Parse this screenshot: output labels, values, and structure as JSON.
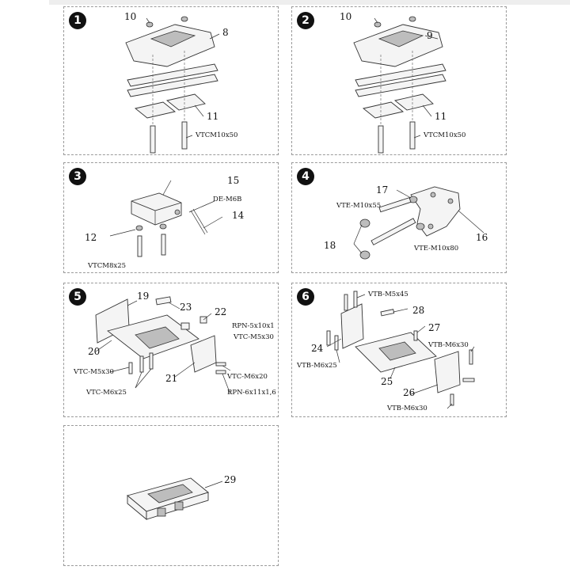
{
  "panels": [
    {
      "step": "1",
      "labels": [
        "10",
        "8",
        "11",
        "VTCM10x50"
      ]
    },
    {
      "step": "2",
      "labels": [
        "10",
        "9",
        "11",
        "VTCM10x50"
      ]
    },
    {
      "step": "3",
      "labels": [
        "15",
        "DE-M6B",
        "14",
        "12",
        "VTCM8x25"
      ]
    },
    {
      "step": "4",
      "labels": [
        "17",
        "VTE-M10x55",
        "16",
        "18",
        "VTE-M10x80"
      ]
    },
    {
      "step": "5",
      "labels": [
        "19",
        "23",
        "22",
        "RPN-5x10x1",
        "VTC-M5x30",
        "20",
        "21",
        "VTC-M6x20",
        "VTC-M5x30",
        "RPN-6x11x1,6",
        "VTC-M6x25"
      ]
    },
    {
      "step": "6",
      "labels": [
        "VTB-M5x45",
        "28",
        "27",
        "24",
        "VTB-M6x30",
        "VTB-M6x25",
        "25",
        "26",
        "VTB-M6x30"
      ]
    },
    {
      "step": "",
      "labels": [
        "29"
      ]
    }
  ]
}
